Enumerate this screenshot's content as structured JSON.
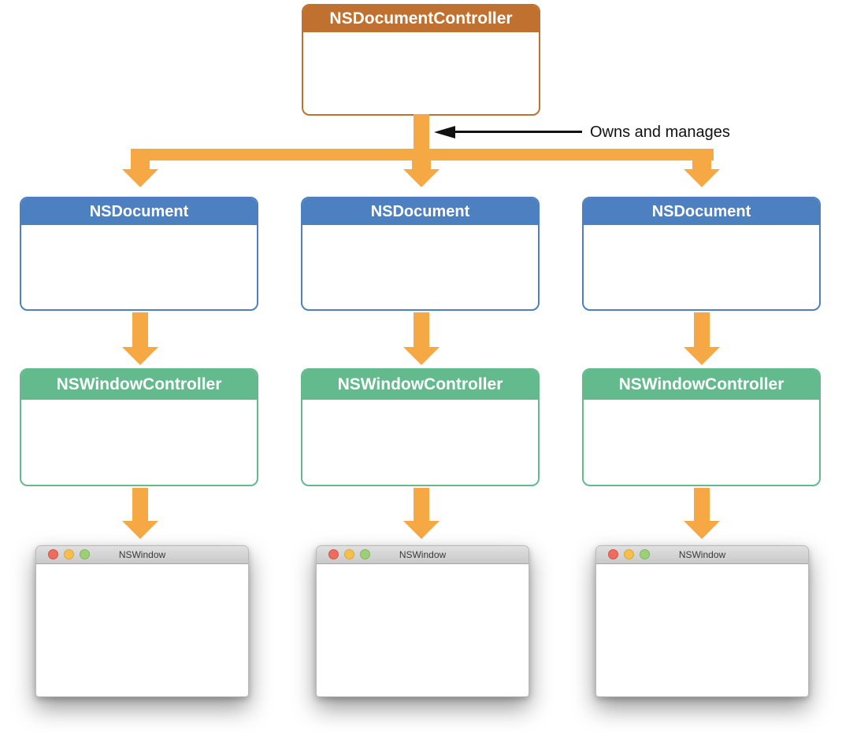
{
  "root": {
    "label": "NSDocumentController"
  },
  "annotation": {
    "label": "Owns and manages"
  },
  "columns": [
    {
      "document": {
        "label": "NSDocument"
      },
      "controller": {
        "label": "NSWindowController"
      },
      "window": {
        "title": "NSWindow"
      }
    },
    {
      "document": {
        "label": "NSDocument"
      },
      "controller": {
        "label": "NSWindowController"
      },
      "window": {
        "title": "NSWindow"
      }
    },
    {
      "document": {
        "label": "NSDocument"
      },
      "controller": {
        "label": "NSWindowController"
      },
      "window": {
        "title": "NSWindow"
      }
    }
  ],
  "colors": {
    "root_header": "#C0702F",
    "document_header": "#4D80C1",
    "controller_header": "#63BA8C",
    "flow_arrow": "#F6A845",
    "annotation_arrow": "#111111",
    "window_titlebar": "#D4D4D4",
    "traffic_red": "#ED6B5F",
    "traffic_yellow": "#F5BF4E",
    "traffic_green": "#9DCF79"
  }
}
